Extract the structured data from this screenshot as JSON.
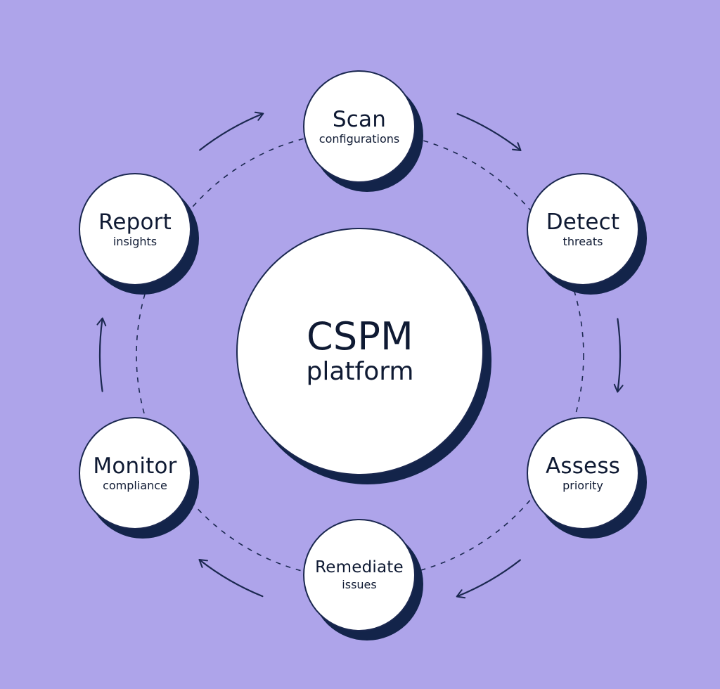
{
  "colors": {
    "background": "#aea4ea",
    "node_fill": "#ffffff",
    "node_border": "#1b2850",
    "shadow": "#13244a",
    "arrow": "#1b2850"
  },
  "center": {
    "title": "CSPM",
    "subtitle": "platform"
  },
  "steps": [
    {
      "id": "scan",
      "title": "Scan",
      "subtitle": "configurations"
    },
    {
      "id": "detect",
      "title": "Detect",
      "subtitle": "threats"
    },
    {
      "id": "assess",
      "title": "Assess",
      "subtitle": "priority"
    },
    {
      "id": "remediate",
      "title": "Remediate",
      "subtitle": "issues"
    },
    {
      "id": "monitor",
      "title": "Monitor",
      "subtitle": "compliance"
    },
    {
      "id": "report",
      "title": "Report",
      "subtitle": "insights"
    }
  ],
  "flow": {
    "direction": "clockwise",
    "icon": "curved-arrow-icon"
  }
}
